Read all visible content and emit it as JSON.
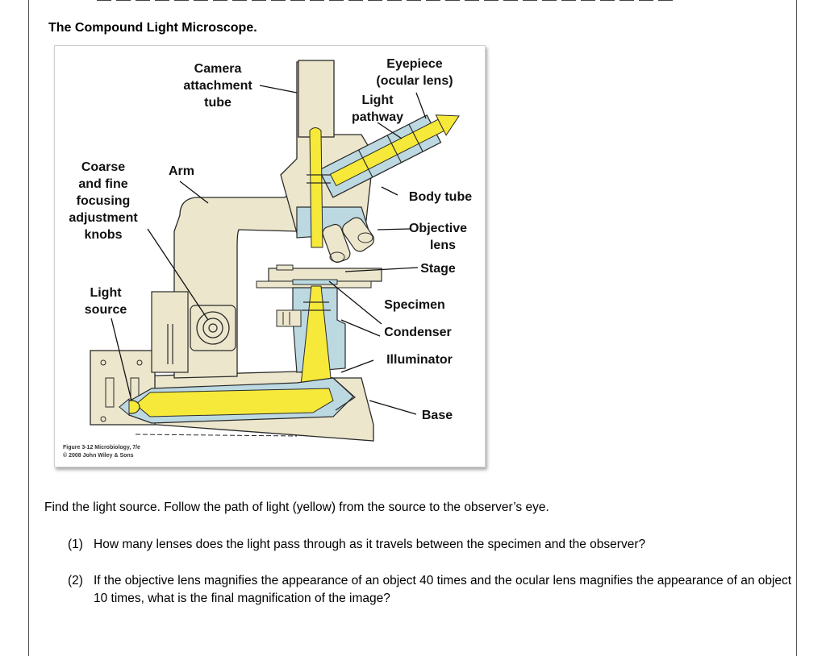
{
  "document": {
    "heading": "The Compound Light Microscope.",
    "instruction": "Find the light source.  Follow the path of light (yellow) from the source to the observer’s eye.",
    "questions": [
      {
        "number": "(1)",
        "text": "How many lenses does the light pass through as it travels between the specimen and the observer?"
      },
      {
        "number": "(2)",
        "text": "If the objective lens magnifies the appearance of an object 40 times and the ocular lens magnifies the appearance of an object 10 times, what is the final magnification of the image?"
      }
    ]
  },
  "figure": {
    "labels": {
      "camera_1": "Camera",
      "camera_2": "attachment",
      "camera_3": "tube",
      "eyepiece_1": "Eyepiece",
      "eyepiece_2": "(ocular lens)",
      "light_pathway_1": "Light",
      "light_pathway_2": "pathway",
      "coarse_1": "Coarse",
      "coarse_2": "and fine",
      "coarse_3": "focusing",
      "coarse_4": "adjustment",
      "coarse_5": "knobs",
      "arm": "Arm",
      "body_tube": "Body tube",
      "objective_1": "Objective",
      "objective_2": "lens",
      "stage": "Stage",
      "light_source_1": "Light",
      "light_source_2": "source",
      "specimen": "Specimen",
      "condenser": "Condenser",
      "illuminator": "Illuminator",
      "base": "Base"
    },
    "caption_1": "Figure 3-12 Microbiology, 7/e",
    "caption_2": "© 2008 John Wiley & Sons",
    "colors": {
      "light": "#f6e93a",
      "body": "#ece6cc",
      "glass": "#bcd9e2",
      "outline": "#2a2a2a"
    }
  }
}
